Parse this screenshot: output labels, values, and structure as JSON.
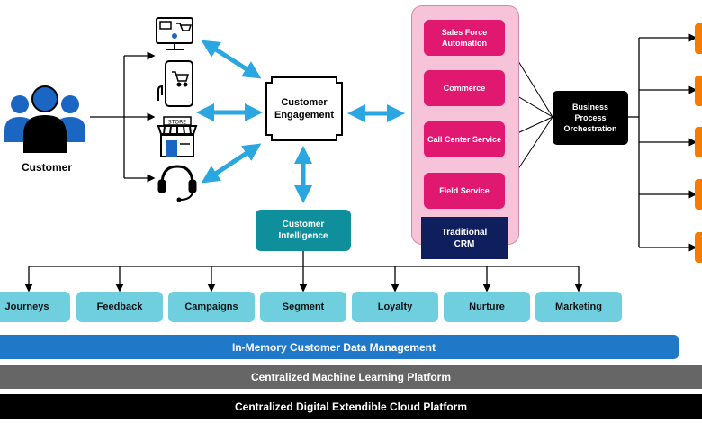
{
  "customer": {
    "label": "Customer"
  },
  "engagement": {
    "label": "Customer Engagement"
  },
  "intelligence": {
    "label": "Customer Intelligence"
  },
  "crm": {
    "items": [
      "Sales Force Automation",
      "Commerce",
      "Call Center Service",
      "Field Service"
    ],
    "label": "Traditional CRM"
  },
  "bpo": {
    "label": "Business Process Orchestration"
  },
  "categories": [
    "Journeys",
    "Feedback",
    "Campaigns",
    "Segment",
    "Loyalty",
    "Nurture",
    "Marketing"
  ],
  "platforms": {
    "data": "In-Memory Customer Data Management",
    "ml": "Centralized Machine Learning Platform",
    "cloud": "Centralized Digital Extendible Cloud Platform"
  },
  "colors": {
    "arrow": "#2aa6e0",
    "crm_bg": "#f7c3d9",
    "crm_item": "#e0186f",
    "crm_label": "#0f1e5c",
    "intelligence": "#0e8f9b",
    "category": "#6fcfdf",
    "data_bar": "#1f78c8",
    "ml_bar": "#666666",
    "cloud_bar": "#000000",
    "output": "#f57c00",
    "customer_icon": "#1a66c2"
  },
  "icons": [
    "monitor-cart-icon",
    "phone-cart-icon",
    "store-icon",
    "headset-icon"
  ]
}
